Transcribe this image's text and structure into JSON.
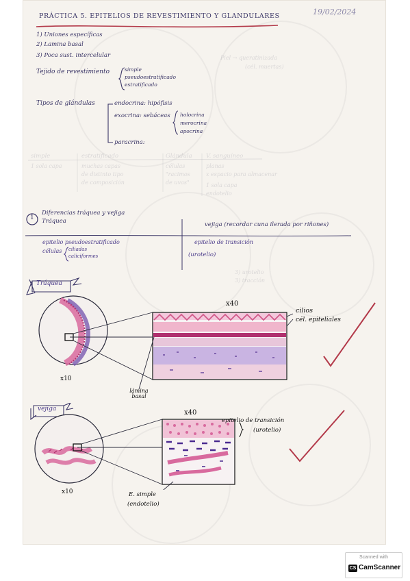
{
  "header": {
    "title": "PRÁCTICA 5. EPITELIOS DE REVESTIMIENTO Y GLANDULARES",
    "date": "19/02/2024"
  },
  "intro": {
    "item1": "1) Uniones específicas",
    "item2": "2) Lamina basal",
    "item3": "3) Poca sust. intercelular",
    "faint_note_1": "Piel → queratinizada",
    "faint_note_2": "(cél. muertas)"
  },
  "tejido": {
    "label": "Tejido de revestimiento",
    "types": [
      "simple",
      "pseudoestratificado",
      "estratificado"
    ]
  },
  "glandulas": {
    "label": "Tipos de glándulas",
    "endocrina": "endocrina: hipófisis",
    "exocrina": "exocrina: sebáceas",
    "exo_types": [
      "holocrina",
      "merocrina",
      "apocrina"
    ],
    "paracrina": "paracrina:"
  },
  "faint_table": {
    "c1": [
      "simple",
      "1 sola capa"
    ],
    "c2": [
      "estratificado",
      "muchas capas",
      "de distinto tipo",
      "de composición"
    ],
    "c3": [
      "Glándula",
      "células",
      "\"racimos",
      "de uvas\""
    ],
    "c4": [
      "V. sanguíneo",
      "planas",
      "x espacio para almacenar",
      "1 sola capa",
      "endotelio"
    ]
  },
  "section1": {
    "number": "1",
    "title_line1": "Diferencias tráquea y vejiga",
    "title_line2": "Tráquea",
    "vejiga_heading": "vejiga (recordar cuna ilerada por riñones)",
    "trachea_epi": "epitelio pseudoestratificado",
    "trachea_cells_label": "células",
    "trachea_cells_types": [
      "ciliadas",
      "caliciformes"
    ],
    "vejiga_epi": "epitelio de transición",
    "vejiga_epi_2": "(urotelio)",
    "faint_b1": "3) urotelio",
    "faint_b2": "3) tracción"
  },
  "drawing_traquea": {
    "tag": "Tráquea",
    "mag_low": "x10",
    "mag_high": "x40",
    "label_cilios": "cilios",
    "label_cel": "cél. epiteliales",
    "label_lamina": "lámina basal"
  },
  "drawing_vejiga": {
    "tag": "vejiga",
    "mag_low": "x10",
    "mag_high": "x40",
    "label_epi": "epitelio de transición",
    "label_epi_2": "(urotelio)",
    "label_esimple": "E. simple",
    "label_endo": "(endotelio)"
  },
  "scanner": {
    "line1": "Scanned with",
    "brand": "CamScanner",
    "logo": "CS"
  },
  "colors": {
    "ink": "#3a3566",
    "red": "#b33a4a",
    "pink": "#d86a9e",
    "purple": "#7a5bb0",
    "magenta": "#b0306e"
  }
}
